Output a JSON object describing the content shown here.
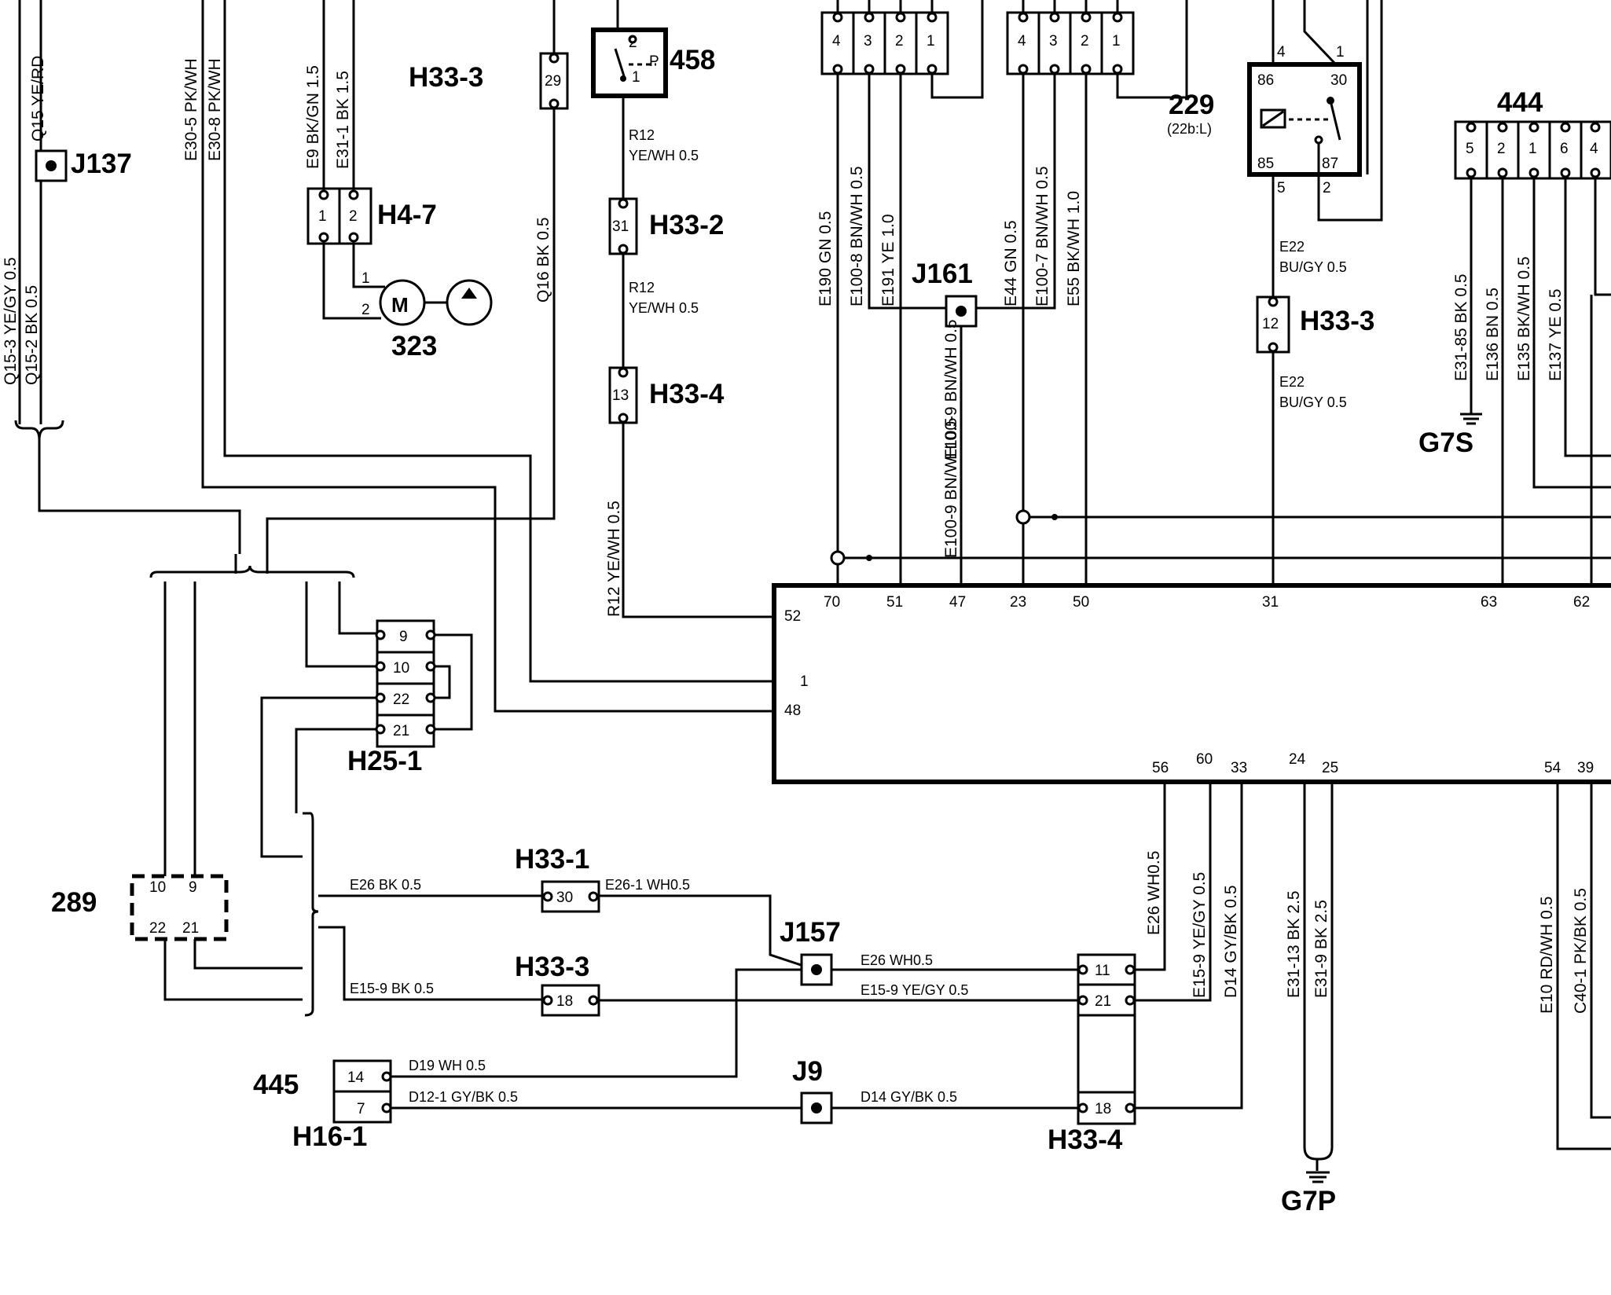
{
  "components": {
    "j137": "J137",
    "h4_7": "H4-7",
    "m323": "323",
    "motor": "M",
    "h33_3_top": "H33-3",
    "c458": "458",
    "h33_2": "H33-2",
    "h33_4_top": "H33-4",
    "j161": "J161",
    "r229": "229",
    "r229_sub": "(22b:L)",
    "c444": "444",
    "h33_3_right": "H33-3",
    "g7s": "G7S",
    "h25_1": "H25-1",
    "c289": "289",
    "h33_1": "H33-1",
    "j157": "J157",
    "h33_3_low": "H33-3",
    "c445": "445",
    "h16_1": "H16-1",
    "j9": "J9",
    "h33_4_low": "H33-4",
    "g7p": "G7P"
  },
  "pins": {
    "h33_3_top": "29",
    "h33_2": "31",
    "h33_4_top": "13",
    "c458_a": "2",
    "c458_b": "1",
    "c458_p": "P",
    "h4_7": [
      "1",
      "2"
    ],
    "m_1": "1",
    "m_2": "2",
    "conn_a": [
      "4",
      "3",
      "2",
      "1"
    ],
    "conn_b": [
      "4",
      "3",
      "2",
      "1"
    ],
    "r229": [
      "86",
      "30",
      "85",
      "87"
    ],
    "r229_ext": [
      "4",
      "1",
      "5",
      "2"
    ],
    "h33_3_right": "12",
    "c444": [
      "5",
      "2",
      "1",
      "6",
      "4"
    ],
    "ecu_top": [
      "70",
      "51",
      "47",
      "23",
      "50",
      "31",
      "63",
      "62"
    ],
    "ecu_left": [
      "52",
      "1",
      "48"
    ],
    "ecu_bottom": [
      "56",
      "60",
      "33",
      "24",
      "25",
      "54",
      "39"
    ],
    "h25_1": [
      "9",
      "10",
      "22",
      "21"
    ],
    "c289": [
      "10",
      "9",
      "22",
      "21"
    ],
    "h33_1": "30",
    "h33_3_low": "18",
    "h33_4_low": [
      "11",
      "21",
      "18"
    ],
    "c445": [
      "14",
      "7"
    ]
  },
  "wires": {
    "q15_3": "Q15-3  YE/GY  0.5",
    "q15_2": "Q15-2  BK  0.5",
    "q15": "Q15  YE/RD",
    "e30_5": "E30-5  PK/WH",
    "e30_8": "E30-8  PK/WH",
    "e9": "E9  BK/GN  1.5",
    "e31_1": "E31-1  BK  1.5",
    "q16": "Q16  BK  0.5",
    "r12_a": "R12",
    "r12_a2": "YE/WH  0.5",
    "r12_b": "R12",
    "r12_b2": "YE/WH  0.5",
    "r12_c": "R12  YE/WH  0.5",
    "e190": "E190  GN  0.5",
    "e100_8": "E100-8  BN/WH  0.5",
    "e191": "E191  YE  1.0",
    "e44": "E44  GN  0.5",
    "e100_7": "E100-7  BN/WH  0.5",
    "e55": "E55  BK/WH  1.0",
    "e100_9": "E100-9  BN/WH  0.5",
    "e22_a": "E22",
    "e22_a2": "BU/GY  0.5",
    "e22_b": "E22",
    "e22_b2": "BU/GY  0.5",
    "e31_85": "E31-85  BK  0.5",
    "e136": "E136  BN  0.5",
    "e135": "E135  BK/WH  0.5",
    "e137": "E137  YE  0.5",
    "e26_wh_v": "E26  WH0.5",
    "e15_9_v": "E15-9  YE/GY  0.5",
    "d14_v": "D14  GY/BK  0.5",
    "e31_13": "E31-13  BK  2.5",
    "e31_9": "E31-9  BK  2.5",
    "e10": "E10  RD/WH  0.5",
    "c40_1": "C40-1  PK/BK  0.5",
    "e26_bk": "E26   BK  0.5",
    "e26_1": "E26-1   WH0.5",
    "e26_wh_h": "E26   WH0.5",
    "e15_9_bk": "E15-9     BK  0.5",
    "e15_9_ye": "E15-9     YE/GY  0.5",
    "d19": "D19   WH 0.5",
    "d12_1": "D12-1    GY/BK  0.5",
    "d14_h": "D14   GY/BK  0.5"
  }
}
